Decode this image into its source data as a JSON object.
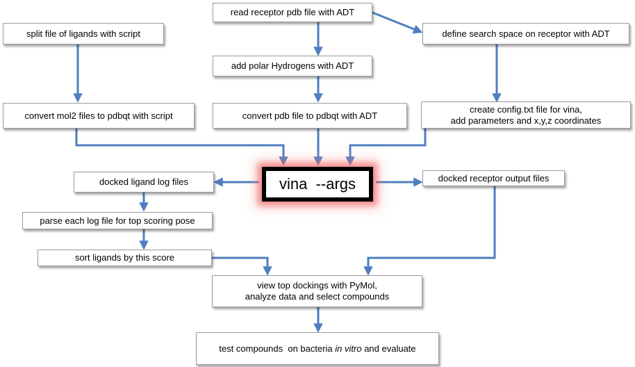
{
  "nodes": {
    "read_receptor": "read receptor pdb file with ADT",
    "split_ligands": "split file of ligands with script",
    "define_search": "define search space on receptor with ADT",
    "add_hydrogens": "add polar Hydrogens with ADT",
    "convert_mol2": "convert mol2 files to pdbqt with script",
    "convert_pdb": "convert pdb file to pdbqt with ADT",
    "config_line1": "create config.txt  file for vina,",
    "config_line2": "add parameters and x,y,z coordinates",
    "vina": "vina  --args",
    "docked_log": "docked ligand log files",
    "docked_receptor": "docked receptor output files",
    "parse_log": "parse each log file for top scoring pose",
    "sort_ligands": "sort ligands by this score",
    "view_line1": "view top dockings with PyMol,",
    "view_line2": "analyze data and select compounds",
    "test_pre": "test compounds  on bacteria ",
    "test_italic": "in vitro",
    "test_post": " and evaluate"
  },
  "colors": {
    "arrow": "#4f7fbf",
    "box_border": "#9a9a9a",
    "vina_glow": "#eb5050"
  }
}
